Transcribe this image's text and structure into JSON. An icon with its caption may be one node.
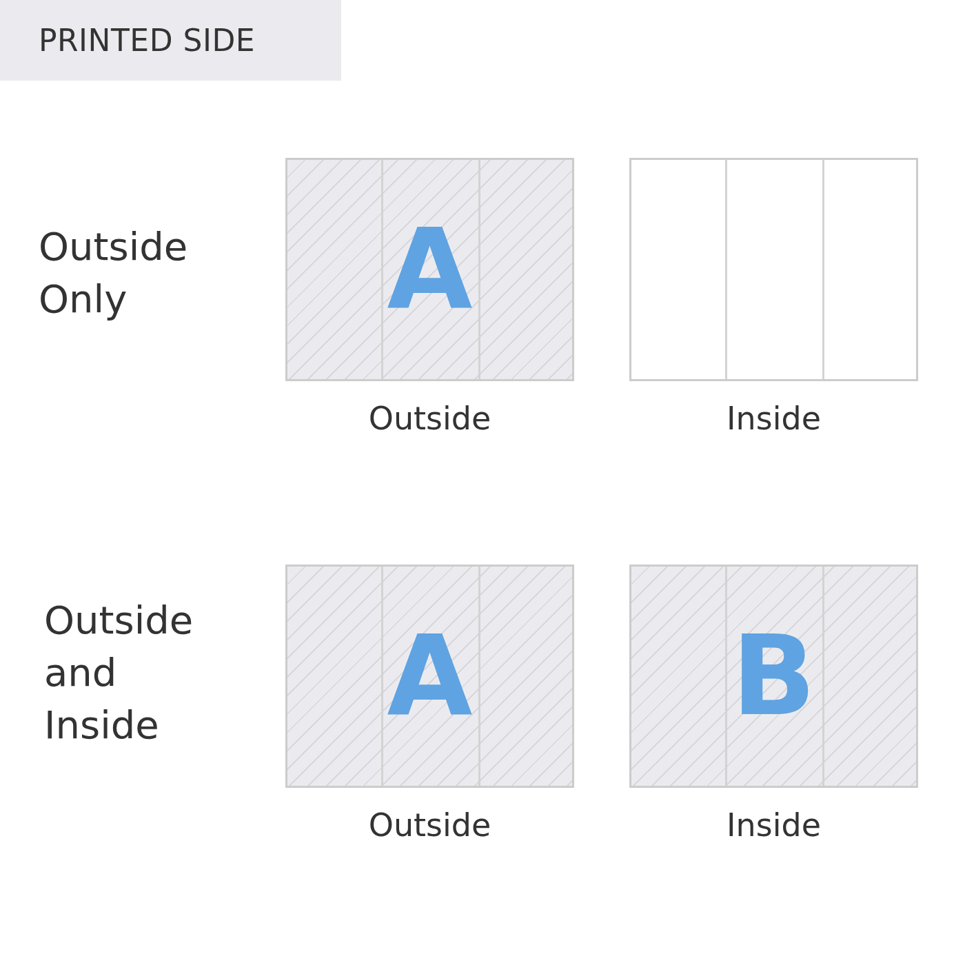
{
  "diagram": {
    "title": "PRINTED SIDE",
    "nodes": [
      {
        "text": [
          "A"
        ],
        "beside": [
          "Outside"
        ]
      },
      {
        "text": [],
        "shape": "box",
        "beside": [
          "Inside"
        ]
      },
      {
        "text": [
          "A"
        ],
        "beside": [
          "Outside"
        ]
      },
      {
        "text": [
          "B"
        ],
        "beside": [
          "Inside"
        ]
      }
    ],
    "labels": [
      "Outside Only",
      "Outside and Inside"
    ]
  }
}
